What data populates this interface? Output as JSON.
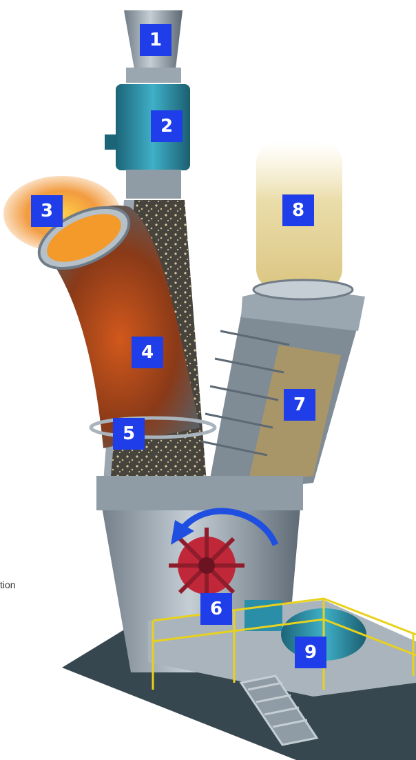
{
  "labels": [
    "1",
    "2",
    "3",
    "4",
    "5",
    "6",
    "7",
    "8",
    "9"
  ],
  "side_text": "tion",
  "colors": {
    "badge": "#1f3de8",
    "badge_text": "#ffffff",
    "steel": "#8e9aa4",
    "steel_dark": "#5c6873",
    "steel_light": "#c5ced5",
    "teal": "#2b8ea8",
    "floor": "#37474f",
    "railing": "#e8d21c",
    "flame": "#f08a1e",
    "rotor": "#c0283a",
    "arrow": "#1f4fe0",
    "dust": "#e8d9a0"
  }
}
